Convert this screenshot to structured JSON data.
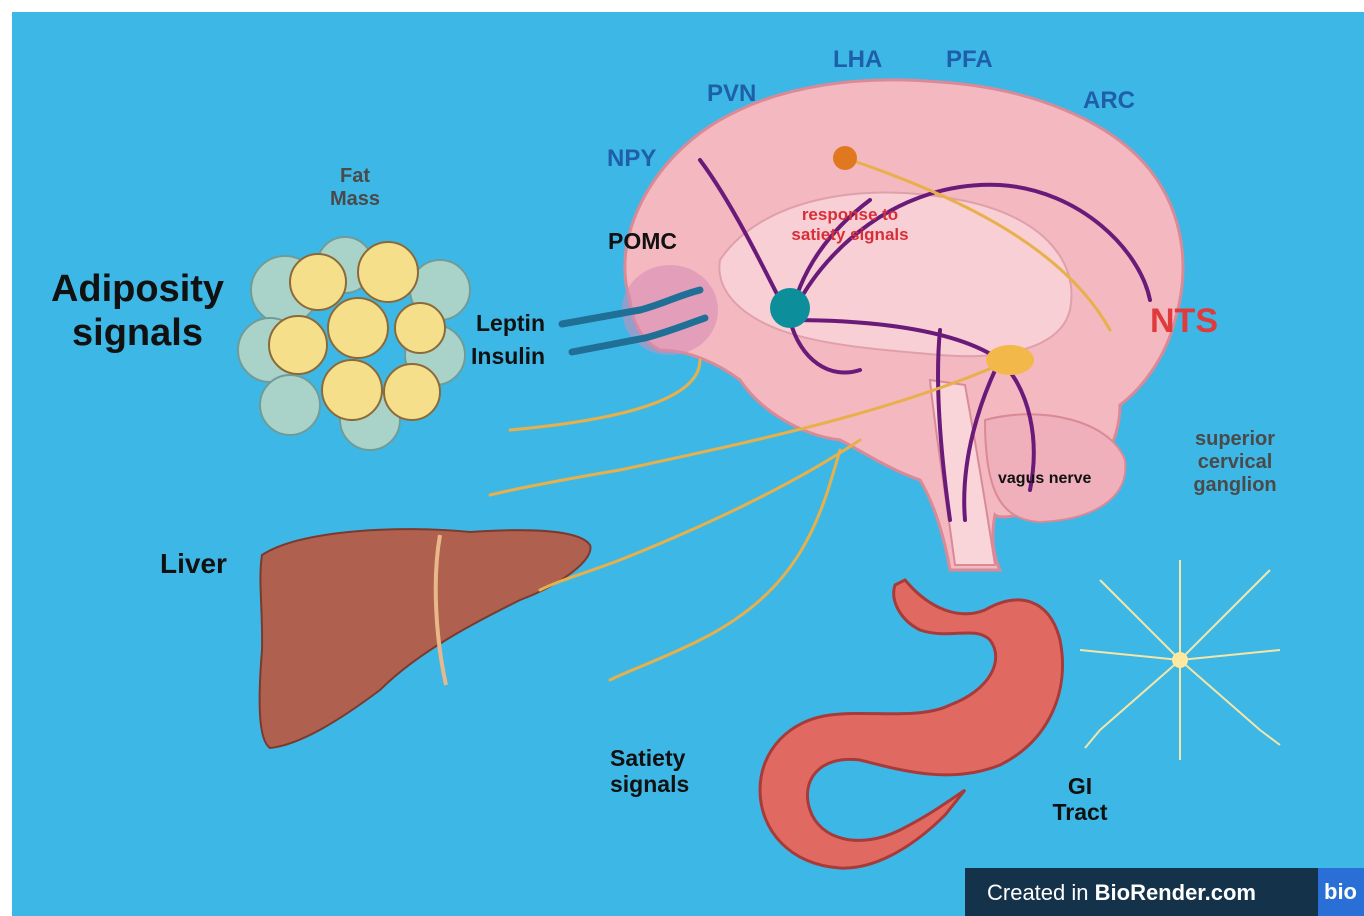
{
  "labels": {
    "lha": "LHA",
    "pfa": "PFA",
    "pvn": "PVN",
    "arc": "ARC",
    "npy": "NPY",
    "fat_mass_line1": "Fat",
    "fat_mass_line2": "Mass",
    "pomc": "POMC",
    "response_line1": "response to",
    "response_line2": "satiety signals",
    "adiposity_line1": "Adiposity",
    "adiposity_line2": "signals",
    "leptin": "Leptin",
    "insulin": "Insulin",
    "nts": "NTS",
    "superior_line1": "superior",
    "superior_line2": "cervical",
    "superior_line3": "ganglion",
    "vagus_nerve": "vagus nerve",
    "liver": "Liver",
    "satiety_line1": "Satiety",
    "satiety_line2": "signals",
    "gi_line1": "GI",
    "gi_line2": "Tract"
  },
  "credit": {
    "prefix": "Created in ",
    "brand": "BioRender.com",
    "logo": "bio"
  },
  "colors": {
    "background": "#3db8e6",
    "brain": "#f4b8c0",
    "neuron_path": "#6a1b7a",
    "nerve": "#e8b04a",
    "liver": "#b0604f",
    "fat_cell": "#f6df8a",
    "stomach": "#e06a62",
    "title_blue": "#1f5fa8",
    "accent_red": "#e03a3a"
  }
}
